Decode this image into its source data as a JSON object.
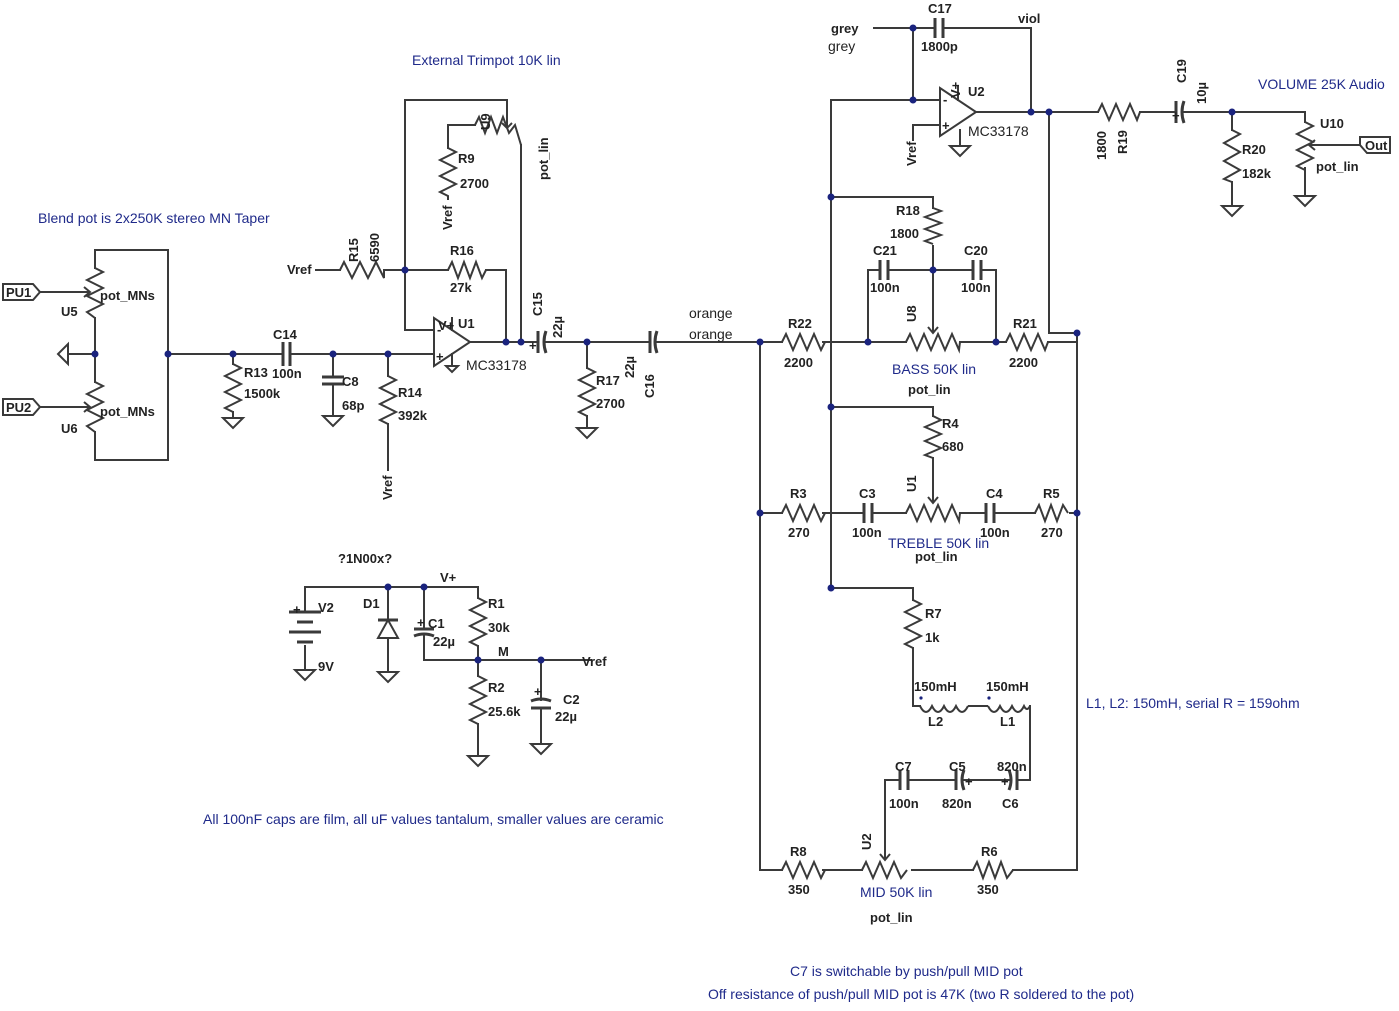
{
  "notes": {
    "trimpot": "External Trimpot 10K lin",
    "blend": "Blend pot is 2x250K stereo MN Taper",
    "volume": "VOLUME 25K Audio",
    "bass": "BASS 50K lin",
    "treble": "TREBLE 50K lin",
    "mid": "MID 50K lin",
    "inductors": "L1, L2: 150mH, serial R = 159ohm",
    "caps": "All 100nF caps are film, all uF values tantalum, smaller values are ceramic",
    "c7_switch": "C7 is switchable by push/pull MID pot",
    "off_resistance": "Off resistance of push/pull MID pot is 47K (two R soldered to the pot)"
  },
  "ports": {
    "pu1": "PU1",
    "pu2": "PU2",
    "out": "Out"
  },
  "nets": {
    "vref": "Vref",
    "vplus": "V+",
    "grey": "grey",
    "viol": "viol",
    "orange": "orange",
    "m": "M",
    "diode_part": "?1N00x?"
  },
  "parts": {
    "u5": "U5",
    "u5_val": "pot_MNs",
    "u6": "U6",
    "u6_val": "pot_MNs",
    "c14": "C14",
    "c14_val": "100n",
    "r13": "R13",
    "r13_val": "1500k",
    "c8": "C8",
    "c8_val": "68p",
    "r14": "R14",
    "r14_val": "392k",
    "r15": "R15",
    "r15_val": "6590",
    "r16": "R16",
    "r16_val": "27k",
    "r9": "R9",
    "r9_val": "2700",
    "u9": "U9",
    "u9_val": "pot_lin",
    "u1": "U1",
    "u1_val": "MC33178",
    "c15": "C15",
    "c15_val": "22µ",
    "r17": "R17",
    "r17_val": "2700",
    "c16": "C16",
    "c16_val": "22µ",
    "r22": "R22",
    "r22_val": "2200",
    "r18": "R18",
    "r18_val": "1800",
    "c21": "C21",
    "c21_val": "100n",
    "c20": "C20",
    "c20_val": "100n",
    "u8": "U8",
    "u8_val": "pot_lin",
    "r21": "R21",
    "r21_val": "2200",
    "r4": "R4",
    "r4_val": "680",
    "r3": "R3",
    "r3_val": "270",
    "c3": "C3",
    "c3_val": "100n",
    "u1t": "U1",
    "u1t_val": "pot_lin",
    "c4": "C4",
    "c4_val": "100n",
    "r5": "R5",
    "r5_val": "270",
    "r7": "R7",
    "r7_val": "1k",
    "l2": "L2",
    "l2_val": "150mH",
    "l1": "L1",
    "l1_val": "150mH",
    "c7": "C7",
    "c7_val": "100n",
    "c5": "C5",
    "c5_val": "820n",
    "c6": "C6",
    "c6_val": "820n",
    "r8": "R8",
    "r8_val": "350",
    "u2m": "U2",
    "u2m_val": "pot_lin",
    "r6": "R6",
    "r6_val": "350",
    "c17": "C17",
    "c17_val": "1800p",
    "u2": "U2",
    "u2_val": "MC33178",
    "r19": "R19",
    "r19_val": "1800",
    "c19": "C19",
    "c19_val": "10µ",
    "r20": "R20",
    "r20_val": "182k",
    "u10": "U10",
    "u10_val": "pot_lin",
    "v2": "V2",
    "v2_val": "9V",
    "d1": "D1",
    "c1": "C1",
    "c1_val": "22µ",
    "r1": "R1",
    "r1_val": "30k",
    "r2": "R2",
    "r2_val": "25.6k",
    "c2": "C2",
    "c2_val": "22µ"
  }
}
